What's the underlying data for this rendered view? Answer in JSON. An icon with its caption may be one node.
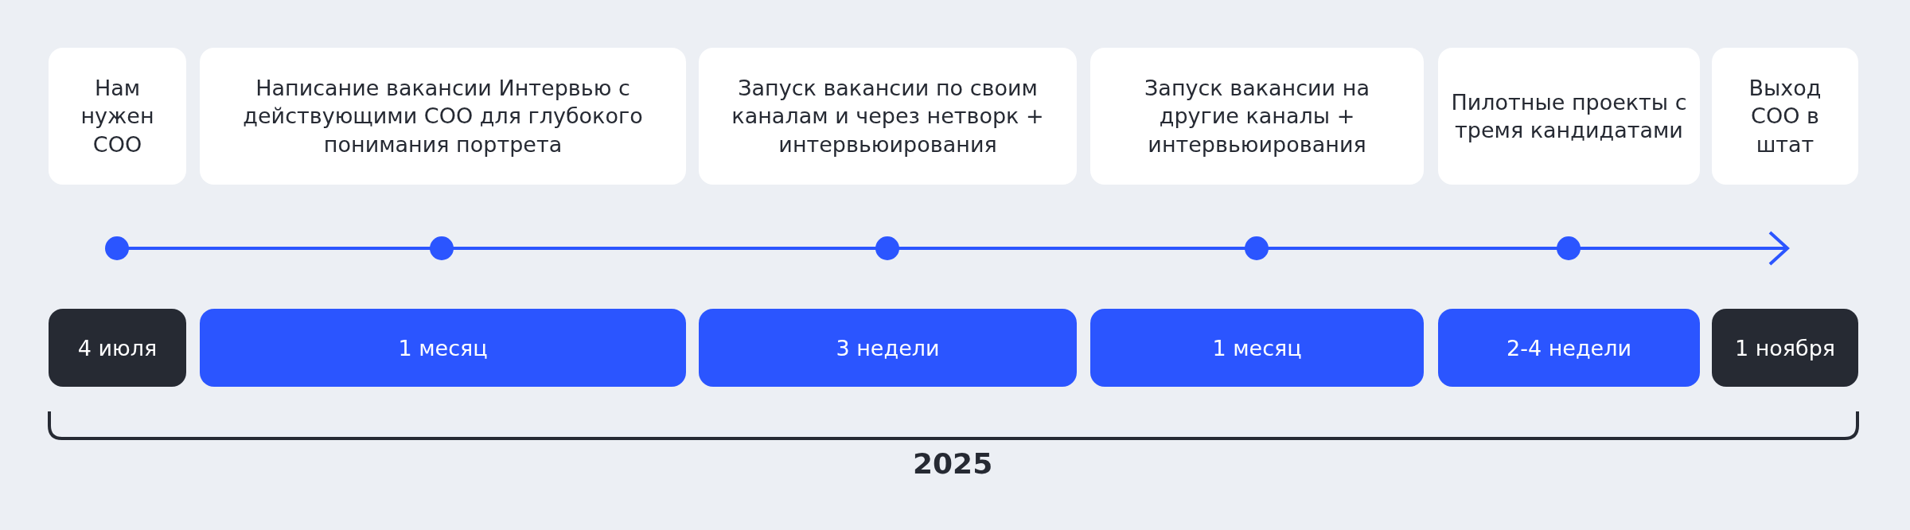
{
  "diagram": {
    "nodes": [
      {
        "text": [
          "Нам нужен СОО"
        ]
      },
      {
        "text": [
          "Написание вакансии Интервью с действующими СОО для глубокого понимания портрета"
        ]
      },
      {
        "text": [
          "Запуск вакансии по своим каналам и через нетворк + интервьюирования"
        ]
      },
      {
        "text": [
          "Запуск вакансии на другие каналы + интервьюирования"
        ]
      },
      {
        "text": [
          "Пилотные проекты с тремя кандидатами"
        ]
      },
      {
        "text": [
          "Выход СОО в штат"
        ]
      },
      {
        "text": [
          "4 июля"
        ]
      },
      {
        "text": [
          "1 месяц"
        ]
      },
      {
        "text": [
          "3 недели"
        ]
      },
      {
        "text": [
          "1 месяц"
        ]
      },
      {
        "text": [
          "2-4 недели"
        ]
      },
      {
        "text": [
          "1 ноября"
        ]
      }
    ],
    "edges": [],
    "labels": [
      "2025"
    ]
  }
}
